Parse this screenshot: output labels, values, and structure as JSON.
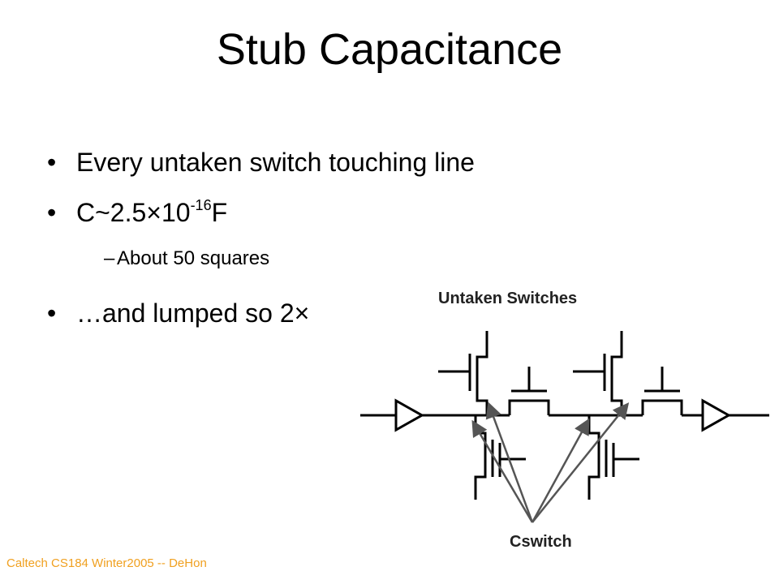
{
  "slide": {
    "title": "Stub Capacitance",
    "bullets": [
      {
        "marker": "•",
        "text": "Every untaken switch touching line"
      },
      {
        "marker": "•",
        "text_prefix": "C~2.5×10",
        "superscript": "-16",
        "text_suffix": "F"
      },
      {
        "marker": "•",
        "text": "…and lumped so 2×"
      }
    ],
    "sub_bullets": [
      {
        "marker": "–",
        "text": "About 50 squares"
      }
    ],
    "footer": "Caltech CS184 Winter2005 -- DeHon"
  },
  "diagram": {
    "top_label": "Untaken Switches",
    "bottom_label": "Cswitch"
  },
  "colors": {
    "text": "#000000",
    "footer": "#f0a020",
    "arrow": "#555555"
  }
}
